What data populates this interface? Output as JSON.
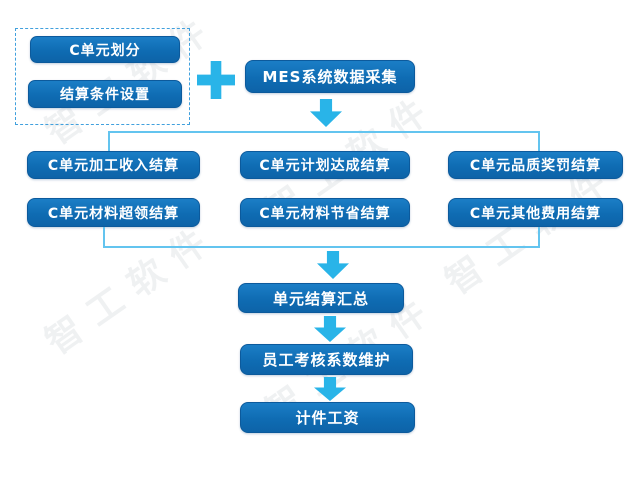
{
  "diagram": {
    "setup_group": {
      "items": [
        {
          "label": "C单元划分"
        },
        {
          "label": "结算条件设置"
        }
      ]
    },
    "mes": {
      "label": "MES系统数据采集"
    },
    "settlements": {
      "row1": [
        "C单元加工收入结算",
        "C单元计划达成结算",
        "C单元品质奖罚结算"
      ],
      "row2": [
        "C单元材料超领结算",
        "C单元材料节省结算",
        "C单元其他费用结算"
      ]
    },
    "flow": [
      "单元结算汇总",
      "员工考核系数维护",
      "计件工资"
    ]
  },
  "icons": {
    "plus": "plus-icon",
    "arrow_down": "arrow-down-icon"
  },
  "colors": {
    "node_blue": "#0f6cb3",
    "node_border": "#0c5a9c",
    "accent_cyan": "#29b4e8",
    "connector_blue": "#63c4ef",
    "dashed_border": "#41a0dd",
    "text": "#ffffff"
  },
  "watermark": {
    "text": "智工软件"
  }
}
